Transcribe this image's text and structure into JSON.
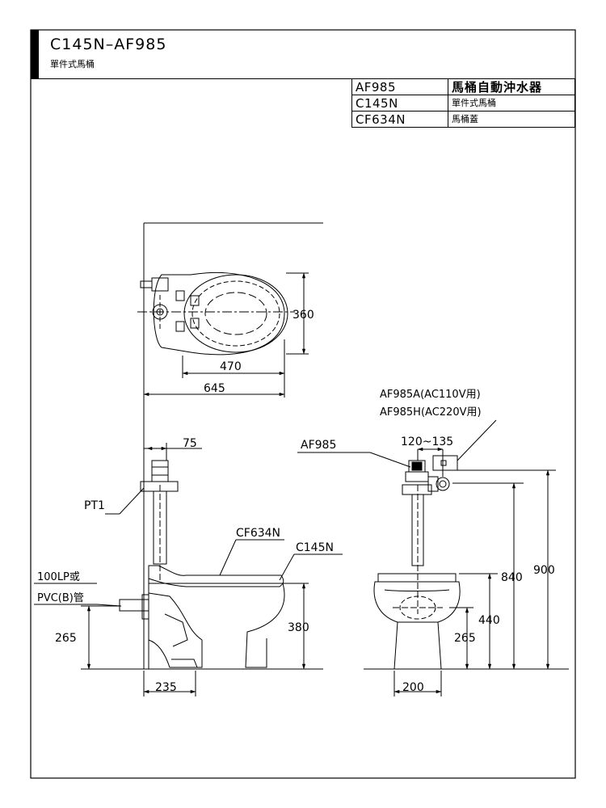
{
  "title": {
    "model": "C145N–AF985",
    "subtitle": "單件式馬桶"
  },
  "parts": [
    {
      "code": "AF985",
      "name": "馬桶自動沖水器"
    },
    {
      "code": "C145N",
      "name": "單件式馬桶"
    },
    {
      "code": "CF634N",
      "name": "馬桶蓋"
    }
  ],
  "top_view": {
    "dim_width": "360",
    "dim_bowl_length": "470",
    "dim_total_length": "645"
  },
  "side_view": {
    "dim_offset": "75",
    "label_pt1": "PT1",
    "label_seat": "CF634N",
    "label_bowl": "C145N",
    "label_drain_1": "100LP或",
    "label_drain_2": "PVC(B)管",
    "dim_drain_height": "265",
    "dim_rim_height": "380",
    "dim_base": "235"
  },
  "front_view": {
    "label_valve": "AF985",
    "label_model_a": "AF985A(AC110V用)",
    "label_model_h": "AF985H(AC220V用)",
    "dim_spacing": "120~135",
    "dim_840": "840",
    "dim_900": "900",
    "dim_440": "440",
    "dim_265": "265",
    "dim_200": "200"
  }
}
